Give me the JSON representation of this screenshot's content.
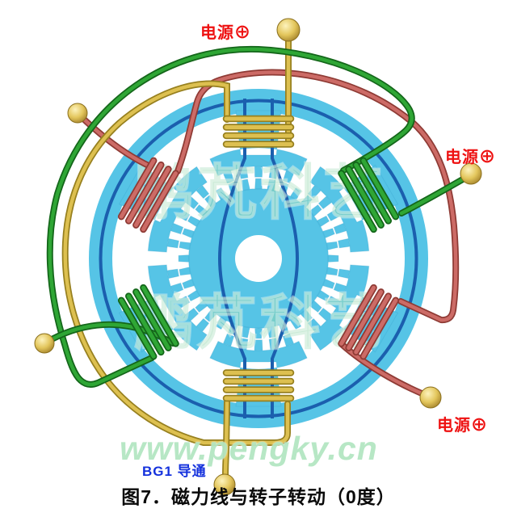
{
  "diagram": {
    "labels": {
      "power_top": "电源⊕",
      "power_right": "电源⊕",
      "power_bottom_right": "电源⊕",
      "transistor_state": "BG1 导通"
    },
    "watermark": {
      "line1": "鹏芃科艺",
      "line2": "鹏芃科艺",
      "website": "www.pengky.cn"
    },
    "caption": "图7．磁力线与转子转动（0度）",
    "colors": {
      "stator_body": "#56c4e6",
      "stator_edge": "#2e9cc6",
      "flux_line": "#1b5fae",
      "phase_a_main": "#ddc050",
      "phase_a_dark": "#97801f",
      "phase_b_main": "#cc6b66",
      "phase_b_dark": "#8f3b35",
      "phase_c_main": "#2fa635",
      "phase_c_dark": "#14661a",
      "ball_light": "#fdf3bd",
      "ball_mid": "#e3c65c",
      "ball_edge": "#a3812a",
      "ball_stroke": "#8a6f1d",
      "label_red": "#ee1111",
      "label_blue": "#1431dd",
      "website_green": "#b4e6c2",
      "watermark_green": "#98d8b0"
    }
  }
}
